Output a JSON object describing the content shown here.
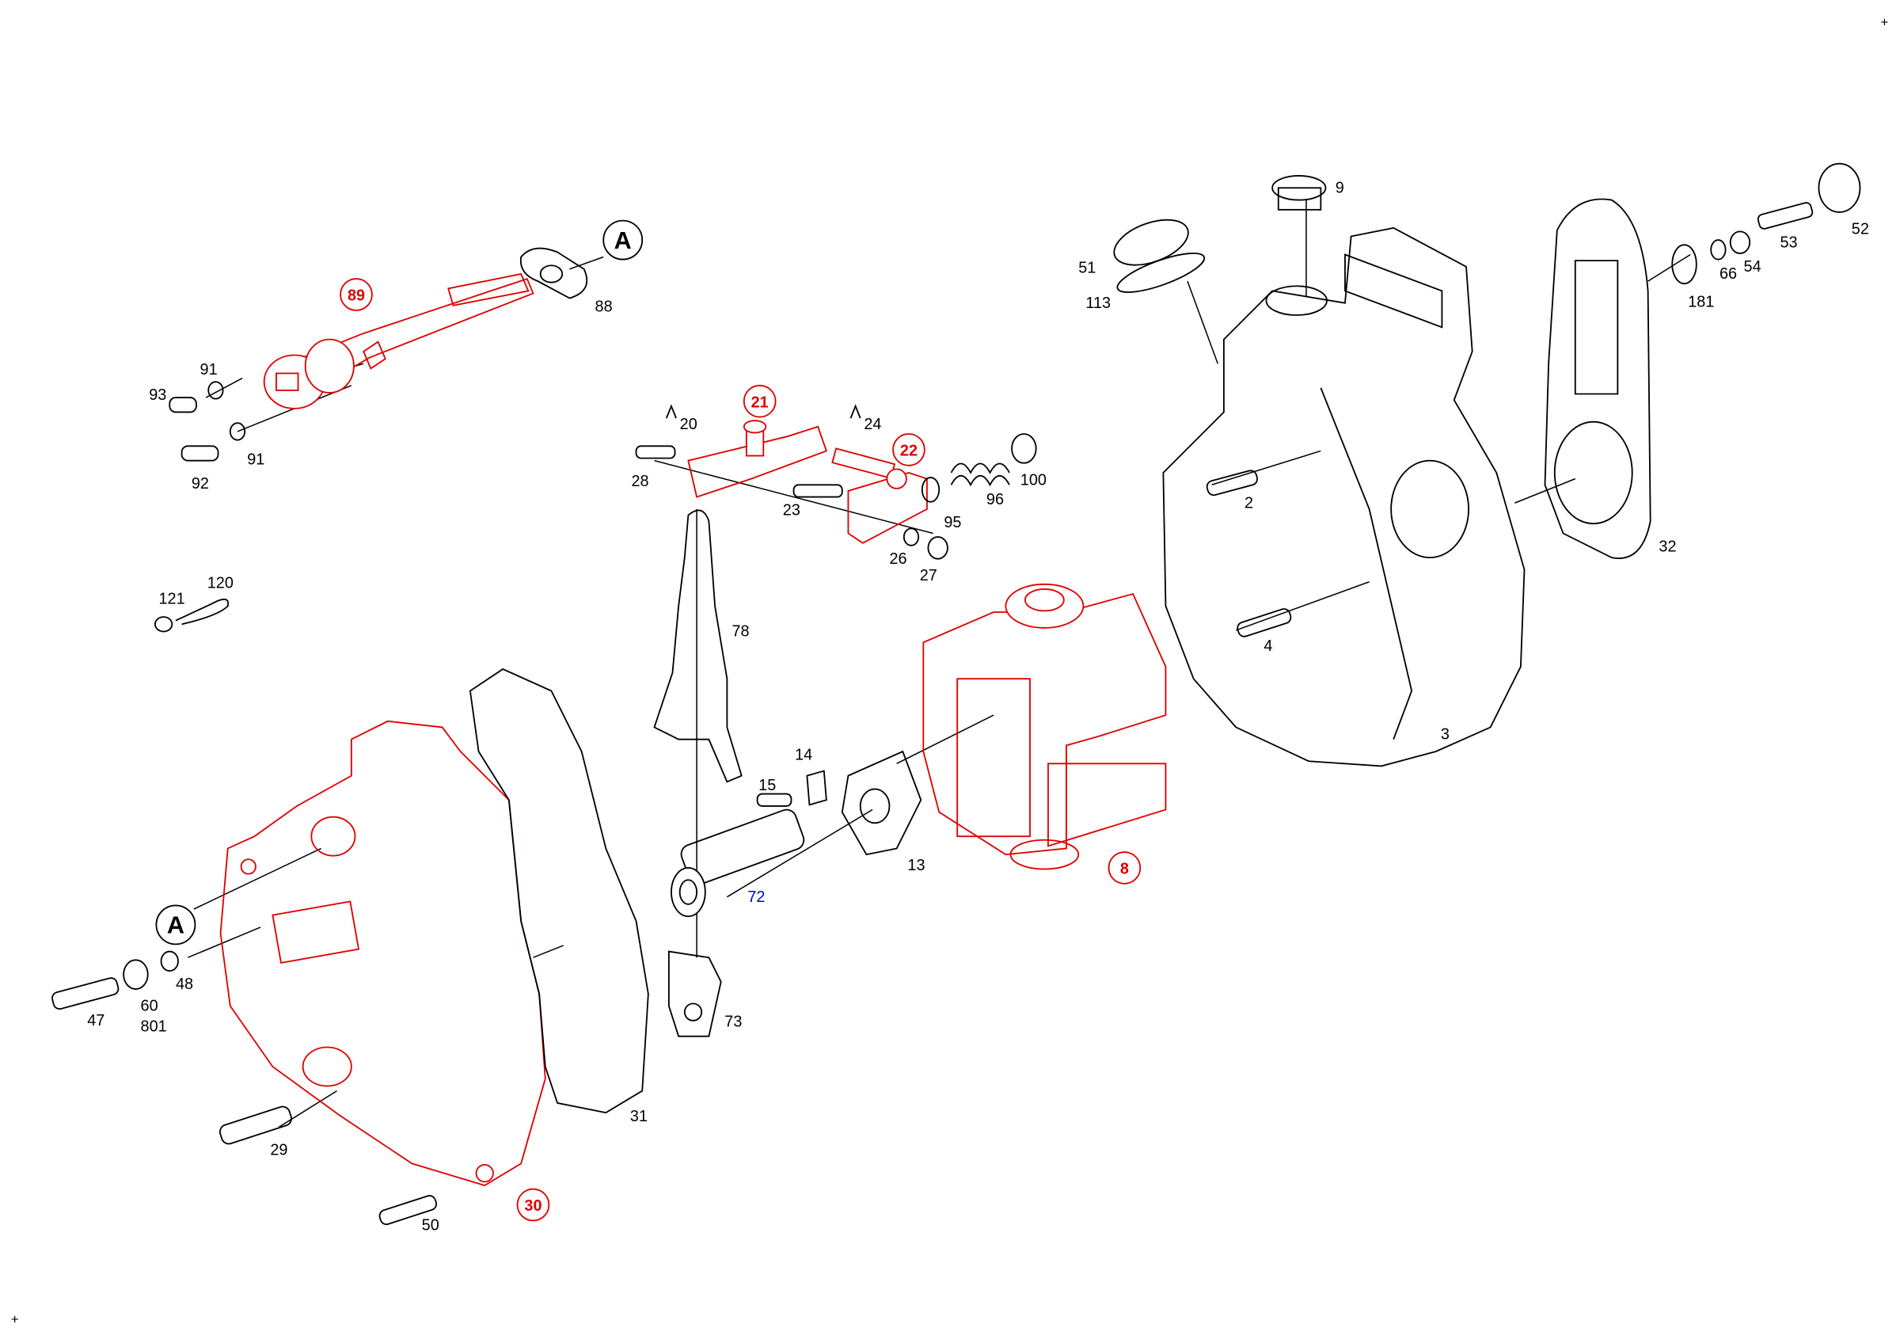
{
  "diagram": {
    "corner_marks": [
      "+",
      "+"
    ],
    "reference_marks": [
      "A",
      "A"
    ],
    "highlighted_parts": [
      "89",
      "21",
      "22",
      "8",
      "30"
    ],
    "blue_parts": [
      "72"
    ],
    "parts": {
      "p88": "88",
      "p91a": "91",
      "p93": "93",
      "p91b": "91",
      "p92": "92",
      "p20": "20",
      "p24": "24",
      "p28": "28",
      "p23": "23",
      "p95": "95",
      "p96": "96",
      "p100": "100",
      "p26": "26",
      "p27": "27",
      "p121": "121",
      "p120": "120",
      "p78": "78",
      "p14": "14",
      "p15": "15",
      "p13": "13",
      "p47": "47",
      "p60": "60",
      "p801": "801",
      "p48": "48",
      "p73": "73",
      "p31": "31",
      "p29": "29",
      "p50": "50",
      "p51": "51",
      "p113": "113",
      "p9": "9",
      "p2": "2",
      "p4": "4",
      "p3": "3",
      "p53": "53",
      "p52": "52",
      "p54": "54",
      "p66": "66",
      "p181": "181",
      "p32": "32"
    },
    "highlight_labels": {
      "p89": "89",
      "p21": "21",
      "p22": "22",
      "p8": "8",
      "p30": "30"
    },
    "blue_labels": {
      "p72": "72"
    }
  }
}
